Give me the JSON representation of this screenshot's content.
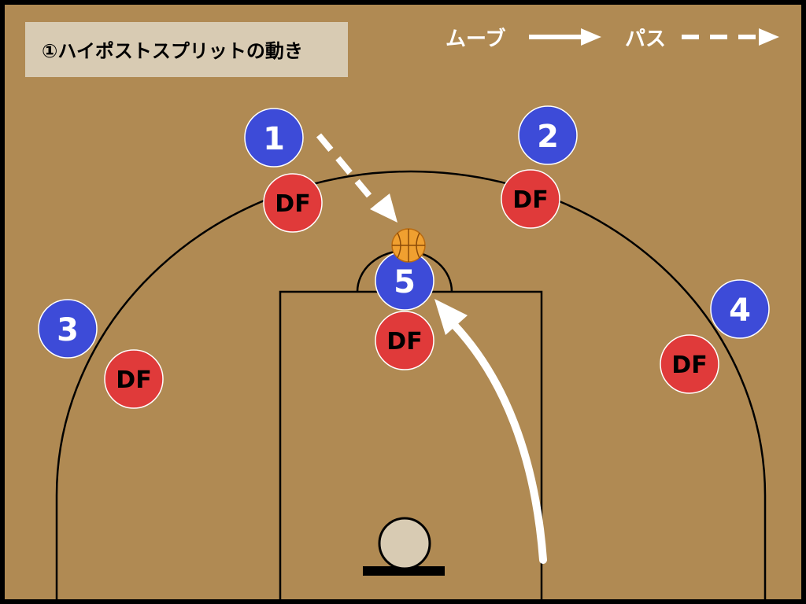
{
  "title": "①ハイポストスプリットの動き",
  "legend": {
    "move_label": "ムーブ",
    "pass_label": "パス"
  },
  "offense": [
    {
      "label": "1"
    },
    {
      "label": "2"
    },
    {
      "label": "3"
    },
    {
      "label": "4"
    },
    {
      "label": "5"
    }
  ],
  "defense": [
    {
      "label": "DF"
    },
    {
      "label": "DF"
    },
    {
      "label": "DF"
    },
    {
      "label": "DF"
    },
    {
      "label": "DF"
    }
  ],
  "colors": {
    "court": "#b08a53",
    "offense": "#3d4bd8",
    "defense": "#e03a3a",
    "ball": "#f0a030",
    "arrow": "#ffffff"
  },
  "icons": {
    "ball": "basketball-icon",
    "hoop": "hoop-icon"
  }
}
